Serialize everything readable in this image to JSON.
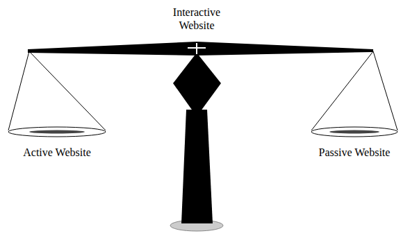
{
  "diagram": {
    "labels": [
      "Interactive Website",
      "Active Website",
      "Passive Website"
    ]
  }
}
